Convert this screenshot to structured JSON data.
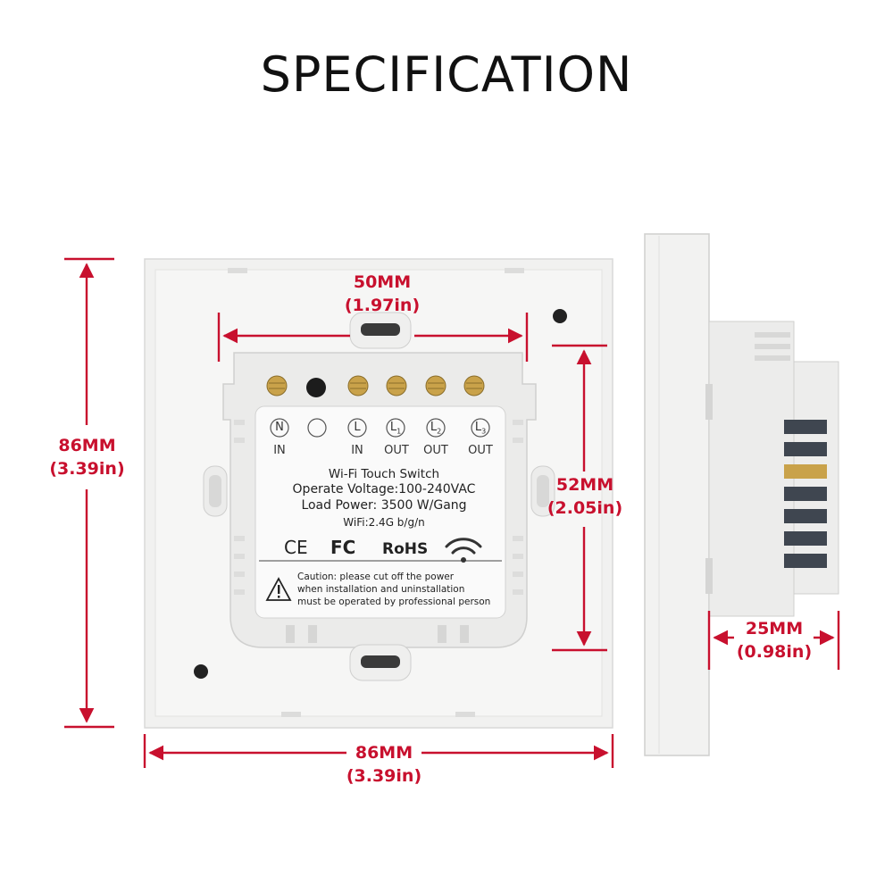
{
  "title": "SPECIFICATION",
  "colors": {
    "dimension": "#c8102e",
    "panel": "#f4f4f3",
    "module": "#e9e9e8",
    "label": "#fafafa",
    "terminal": "#c9a24a"
  },
  "dimensions": {
    "top_inner": {
      "mm": "50MM",
      "inch": "(1.97in)"
    },
    "right_inner": {
      "mm": "52MM",
      "inch": "(2.05in)"
    },
    "left_outer": {
      "mm": "86MM",
      "inch": "(3.39in)"
    },
    "bottom_outer": {
      "mm": "86MM",
      "inch": "(3.39in)"
    },
    "depth": {
      "mm": "25MM",
      "inch": "(0.98in)"
    }
  },
  "terminals": [
    {
      "symbol": "N",
      "sub": "",
      "label": "IN"
    },
    {
      "symbol": "",
      "sub": "",
      "label": ""
    },
    {
      "symbol": "L",
      "sub": "",
      "label": "IN"
    },
    {
      "symbol": "L",
      "sub": "1",
      "label": "OUT"
    },
    {
      "symbol": "L",
      "sub": "2",
      "label": "OUT"
    },
    {
      "symbol": "L",
      "sub": "3",
      "label": "OUT"
    }
  ],
  "spec_label": {
    "product": "Wi-Fi Touch Switch",
    "voltage": "Operate Voltage:100-240VAC",
    "load": "Load Power: 3500 W/Gang",
    "wifi": "WiFi:2.4G b/g/n",
    "cert_ce": "CE",
    "cert_fc": "FC",
    "cert_rohs": "RoHS",
    "caution_1": "Caution: please cut off the power",
    "caution_2": "when installation and uninstallation",
    "caution_3": "must be operated by professional person"
  },
  "icons": [
    "wifi-icon",
    "warning-icon",
    "ce-mark-icon",
    "fc-mark-icon"
  ]
}
